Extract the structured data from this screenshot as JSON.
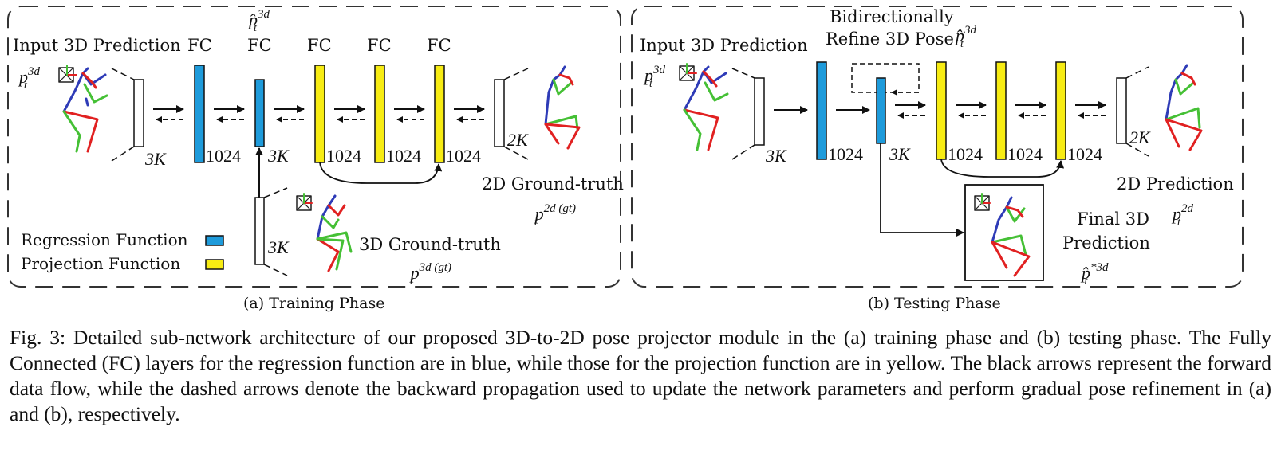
{
  "panel_a": {
    "input_label": "Input 3D Prediction",
    "input_var_base": "p",
    "input_var_sup": "3d",
    "input_var_sub": "t",
    "fc_labels": [
      "FC",
      "FC",
      "FC",
      "FC",
      "FC"
    ],
    "hat_var_sup": "3d",
    "dims": [
      "3K",
      "1024",
      "3K",
      "1024",
      "1024",
      "1024",
      "2K",
      "3K"
    ],
    "gt2d_label": "2D Ground-truth",
    "gt2d_var_sup": "2d (gt)",
    "gt3d_label": "3D Ground-truth",
    "gt3d_var_sup": "3d (gt)",
    "legend": {
      "regression": "Regression Function",
      "projection": "Projection Function"
    },
    "caption_label": "(a) Training Phase"
  },
  "panel_b": {
    "input_label": "Input 3D Prediction",
    "refine_label_1": "Bidirectionally",
    "refine_label_2": "Refine 3D Pose",
    "hat_var_sup": "3d",
    "dims": [
      "3K",
      "1024",
      "3K",
      "1024",
      "1024",
      "1024",
      "2K"
    ],
    "pred2d_label": "2D Prediction",
    "pred2d_var_sup": "2d",
    "final_label_1": "Final 3D",
    "final_label_2": "Prediction",
    "final_var_sup": "*3d",
    "caption_label": "(b) Testing Phase"
  },
  "colors": {
    "regression": "#1E9BDB",
    "projection": "#F7EC13",
    "pose_blue": "#2E3BB7",
    "pose_red": "#E12121",
    "pose_green": "#45C035"
  },
  "caption": "Fig. 3: Detailed sub-network architecture of our proposed 3D-to-2D pose projector module in the (a) training phase and (b) testing phase. The Fully Connected (FC) layers for the regression function are in blue, while those for the projection function are in yellow. The black arrows represent the forward data flow, while the dashed arrows denote the backward propagation used to update the network parameters and perform gradual pose refinement in (a) and (b), respectively."
}
